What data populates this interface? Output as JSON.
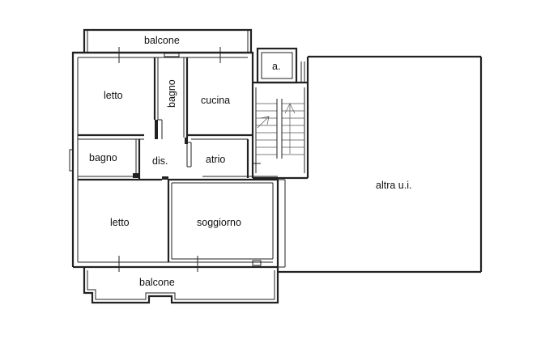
{
  "rooms": {
    "balcone_top": "balcone",
    "letto_top": "letto",
    "bagno_vertical": "bagno",
    "cucina": "cucina",
    "ascensore": "a.",
    "bagno_left": "bagno",
    "disimpegno": "dis.",
    "atrio": "atrio",
    "altra_ui": "altra u.i.",
    "letto_bottom": "letto",
    "soggiorno": "soggiorno",
    "balcone_bottom": "balcone"
  },
  "colors": {
    "walls": "#222222",
    "background": "#ffffff"
  }
}
